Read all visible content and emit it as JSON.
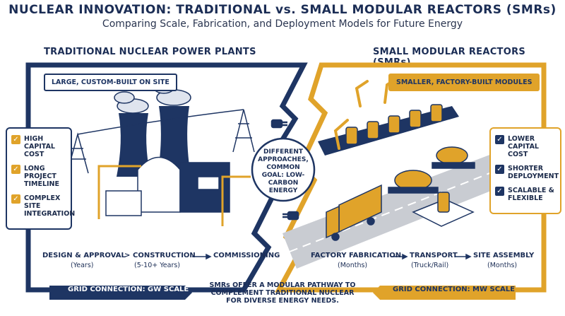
{
  "header": {
    "title": "NUCLEAR INNOVATION: TRADITIONAL vs. SMALL MODULAR REACTORS (SMRs)",
    "subtitle": "Comparing Scale, Fabrication, and Deployment Models for Future Energy"
  },
  "colors": {
    "navy": "#1e3563",
    "gold": "#e0a32a",
    "white": "#ffffff"
  },
  "traditional": {
    "heading": "TRADITIONAL NUCLEAR POWER PLANTS",
    "tag": "LARGE, CUSTOM-BUILT ON SITE",
    "features": [
      "HIGH CAPITAL COST",
      "LONG PROJECT TIMELINE",
      "COMPLEX SITE INTEGRATION"
    ],
    "timeline": {
      "step1": "DESIGN & APPROVAL",
      "step1_sub": "(Years)",
      "step2": "CONSTRUCTION",
      "step2_sub": "(5-10+ Years)",
      "step3": "COMMISSIONING"
    },
    "grid": "GRID CONNECTION: GW SCALE"
  },
  "smr": {
    "heading": "SMALL MODULAR REACTORS (SMRs)",
    "tag": "SMALLER, FACTORY-BUILT MODULES",
    "features": [
      "LOWER CAPITAL COST",
      "SHORTER DEPLOYMENT",
      "SCALABLE & FLEXIBLE"
    ],
    "timeline": {
      "step1": "FACTORY FABRICATION",
      "step1_sub": "(Months)",
      "step2": "TRANSPORT",
      "step2_sub": "(Truck/Rail)",
      "step3": "SITE ASSEMBLY",
      "step3_sub": "(Months)"
    },
    "grid": "GRID CONNECTION: MW SCALE"
  },
  "center": {
    "text": "DIFFERENT APPROACHES, COMMON GOAL: LOW-CARBON ENERGY"
  },
  "footer": {
    "text": "SMRs OFFER A MODULAR PATHWAY TO COMPLEMENT TRADITIONAL NUCLEAR FOR DIVERSE ENERGY NEEDS."
  }
}
